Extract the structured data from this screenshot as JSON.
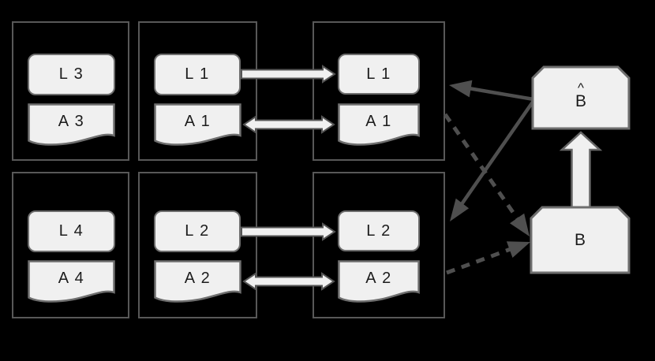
{
  "diagram": {
    "groups": [
      {
        "id": "g1",
        "l_label": "L 3",
        "a_label": "A 3"
      },
      {
        "id": "g2",
        "l_label": "L 1",
        "a_label": "A 1"
      },
      {
        "id": "g3",
        "l_label": "L 1",
        "a_label": "A 1"
      },
      {
        "id": "g4",
        "l_label": "L 4",
        "a_label": "A 4"
      },
      {
        "id": "g5",
        "l_label": "L 2",
        "a_label": "A 2"
      },
      {
        "id": "g6",
        "l_label": "L 2",
        "a_label": "A 2"
      }
    ],
    "b_hat": {
      "hat": "^",
      "label": "B"
    },
    "b": {
      "label": "B"
    },
    "colors": {
      "background": "#000000",
      "shape_fill": "#f0f0f0",
      "shape_border": "#6e6e6e",
      "container_border": "#585858",
      "arrow_dark": "#4f4f4f",
      "text": "#1c1c1c"
    }
  }
}
